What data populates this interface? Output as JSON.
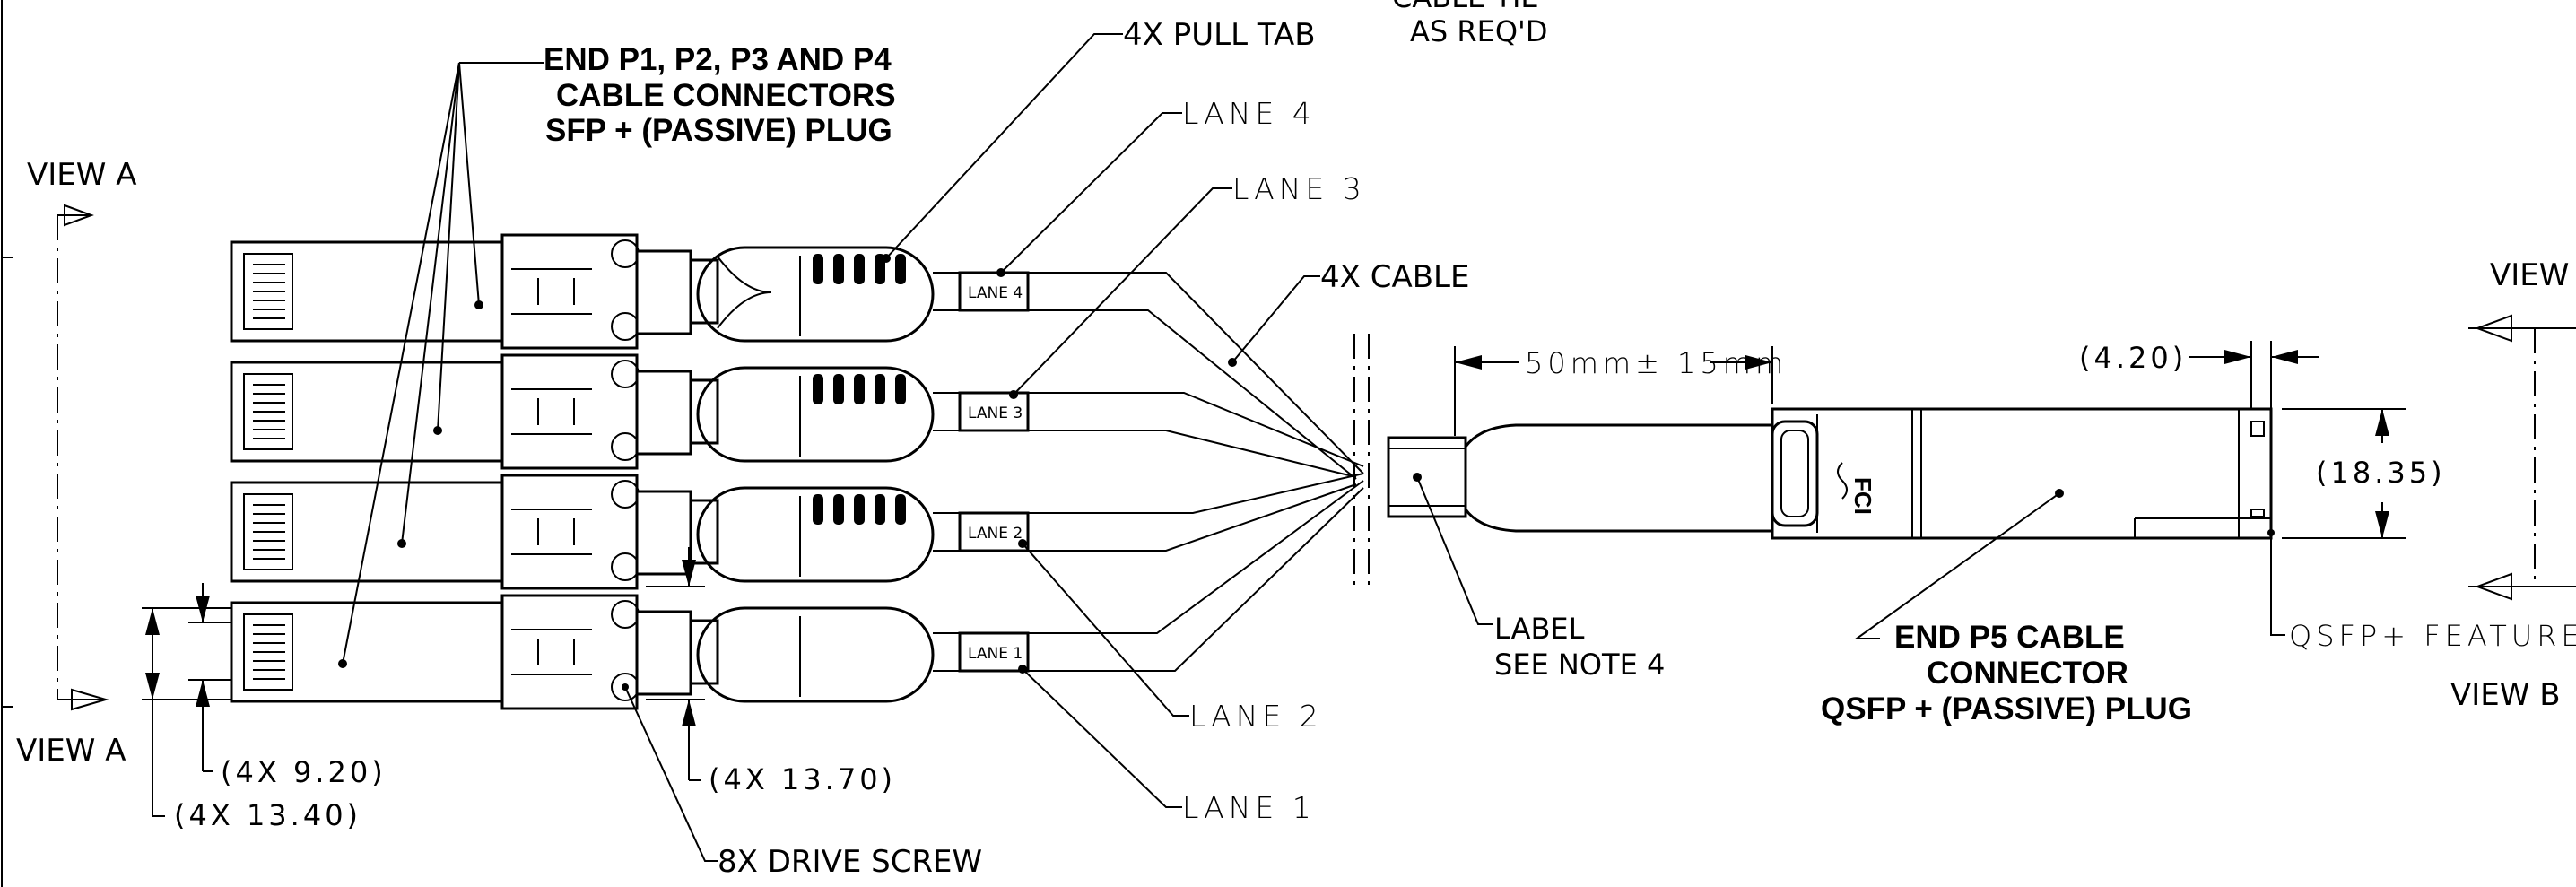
{
  "labels": {
    "view_a_top": "VIEW A",
    "view_a_bottom": "VIEW A",
    "view_b_top": "VIEW B",
    "view_b_bottom": "VIEW B",
    "cable_tie_1": "CABLE TIE",
    "cable_tie_2": "AS REQ'D",
    "pull_tab": "4X PULL TAB",
    "end_sfp_1": "END P1, P2, P3 AND P4",
    "end_sfp_2": "CABLE CONNECTORS",
    "end_sfp_3": "SFP + (PASSIVE) PLUG",
    "lane4": "LANE 4",
    "lane3": "LANE 3",
    "lane2": "LANE 2",
    "lane1": "LANE 1",
    "cable": "4X CABLE",
    "length": "50mm± 15mm",
    "dim_420": "(4.20)",
    "dim_1835": "(18.35)",
    "label_1": "LABEL",
    "label_2": "SEE NOTE 4",
    "end_qsfp_1": "END P5 CABLE",
    "end_qsfp_2": "CONNECTOR",
    "end_qsfp_3": "QSFP + (PASSIVE) PLUG",
    "qsfp_feature": "QSFP+  FEATURE",
    "dim_920": "(4X 9.20)",
    "dim_1340": "(4X 13.40)",
    "dim_1370": "(4X 13.70)",
    "drive_screw": "8X DRIVE SCREW",
    "tag4": "LANE 4",
    "tag3": "LANE 3",
    "tag2": "LANE 2",
    "tag1": "LANE 1",
    "fci": "FCI"
  }
}
